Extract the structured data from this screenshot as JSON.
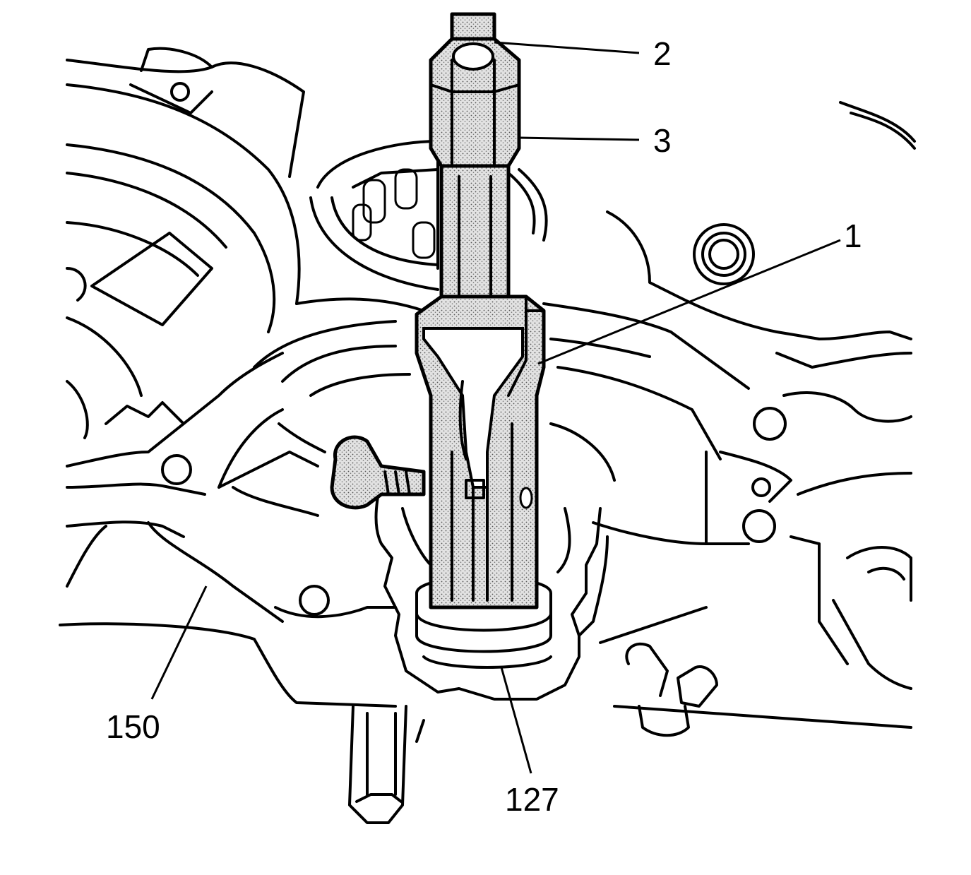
{
  "callouts": [
    {
      "id": "2",
      "label": "2"
    },
    {
      "id": "3",
      "label": "3"
    },
    {
      "id": "1",
      "label": "1"
    },
    {
      "id": "150",
      "label": "150"
    },
    {
      "id": "127",
      "label": "127"
    }
  ],
  "colors": {
    "line": "#000000",
    "background": "#ffffff",
    "stipple": "#b0b0b0"
  }
}
